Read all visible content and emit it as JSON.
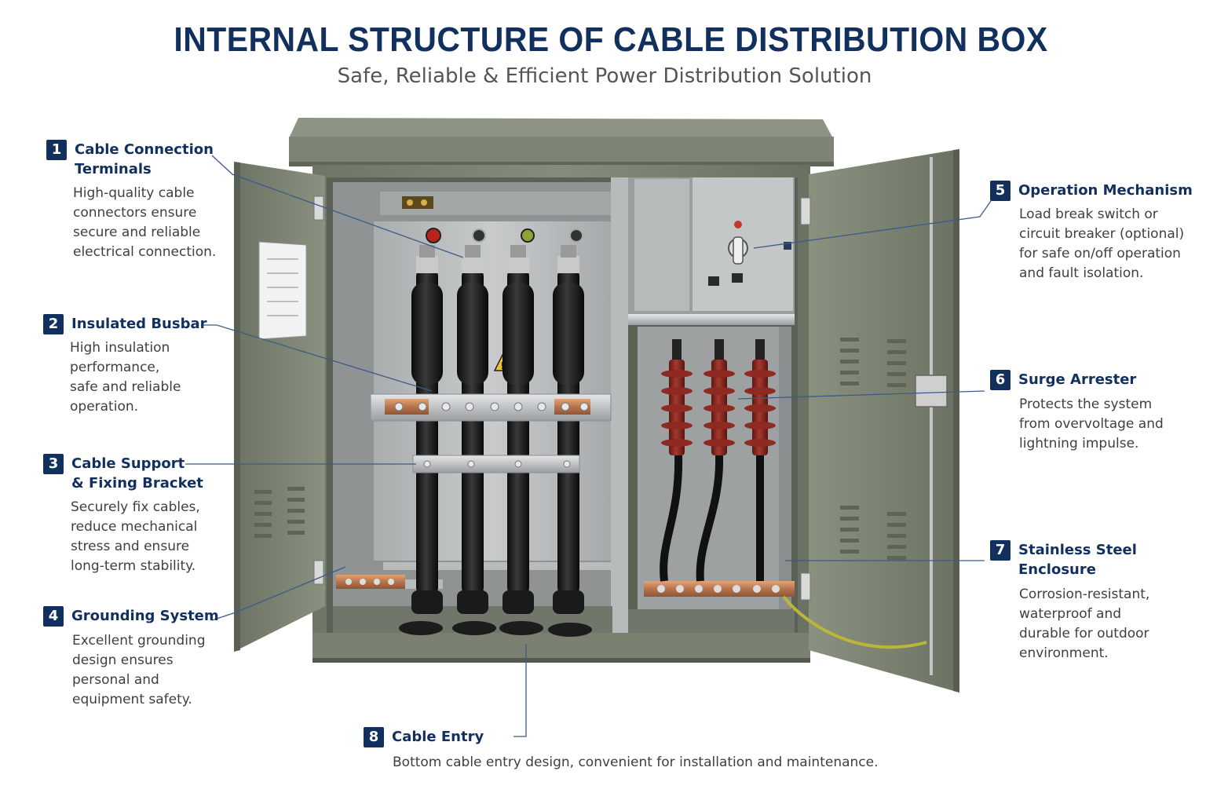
{
  "title": "INTERNAL STRUCTURE OF CABLE DISTRIBUTION BOX",
  "subtitle": "Safe, Reliable & Efficient Power Distribution Solution",
  "colors": {
    "accent": "#12305e",
    "enclosure": "#7c8373",
    "panel": "#b9bcbd",
    "arrester": "#8e2a22",
    "copper": "#c0825a"
  },
  "callouts": [
    {
      "num": "1",
      "title": [
        "Cable Connection",
        "Terminals"
      ],
      "desc": [
        "High-quality cable",
        "connectors ensure",
        "secure and reliable",
        "electrical connection."
      ]
    },
    {
      "num": "2",
      "title": [
        "Insulated Busbar"
      ],
      "desc": [
        "High insulation",
        "performance,",
        "safe and reliable",
        "operation."
      ]
    },
    {
      "num": "3",
      "title": [
        "Cable Support",
        "& Fixing Bracket"
      ],
      "desc": [
        "Securely fix cables,",
        "reduce mechanical",
        "stress and ensure",
        "long-term stability."
      ]
    },
    {
      "num": "4",
      "title": [
        "Grounding System"
      ],
      "desc": [
        "Excellent grounding",
        "design ensures",
        "personal and",
        "equipment safety."
      ]
    },
    {
      "num": "5",
      "title": [
        "Operation Mechanism"
      ],
      "desc": [
        "Load break switch or",
        "circuit breaker (optional)",
        "for safe on/off operation",
        "and fault isolation."
      ]
    },
    {
      "num": "6",
      "title": [
        "Surge Arrester"
      ],
      "desc": [
        "Protects the system",
        "from overvoltage and",
        "lightning impulse."
      ]
    },
    {
      "num": "7",
      "title": [
        "Stainless Steel",
        "Enclosure"
      ],
      "desc": [
        "Corrosion-resistant,",
        "waterproof and",
        "durable for outdoor",
        "environment."
      ]
    },
    {
      "num": "8",
      "title": [
        "Cable Entry"
      ],
      "desc": [
        "Bottom cable entry design, convenient for installation and maintenance."
      ]
    }
  ]
}
